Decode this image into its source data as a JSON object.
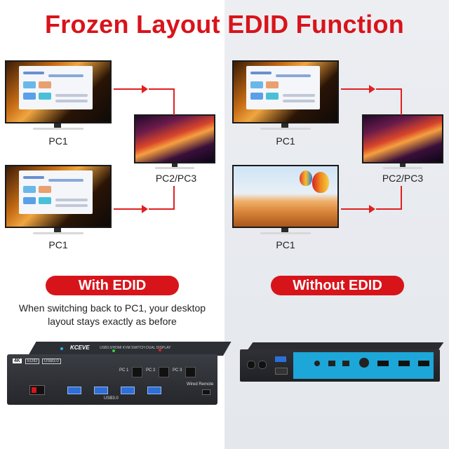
{
  "title": "Frozen Layout EDID Function",
  "left": {
    "pc1_top_label": "PC1",
    "pc23_label": "PC2/PC3",
    "pc1_bottom_label": "PC1",
    "pill_label": "With EDID",
    "caption_line1": "When switching back to PC1, your desktop",
    "caption_line2": "layout stays exactly as before"
  },
  "right": {
    "pc1_top_label": "PC1",
    "pc23_label": "PC2/PC3",
    "pc1_bottom_label": "PC1",
    "pill_label": "Without EDID"
  },
  "device": {
    "brand": "KCEVE",
    "model_text": "USB3.0/HDMI KVM SWITCH DUAL DISPLAY",
    "badge_4k": "4K",
    "badge_edid": "EDID",
    "badge_usb": "USB3.0",
    "pc1": "PC 1",
    "pc2": "PC 2",
    "pc3": "PC 3",
    "usb_label": "USB3.0",
    "wired_remote": "Wired Remote"
  },
  "colors": {
    "accent_red": "#d8141b",
    "pill_red": "#d8141b",
    "usb_blue": "#2d6fd8",
    "port_cyan": "#1da6d8"
  }
}
